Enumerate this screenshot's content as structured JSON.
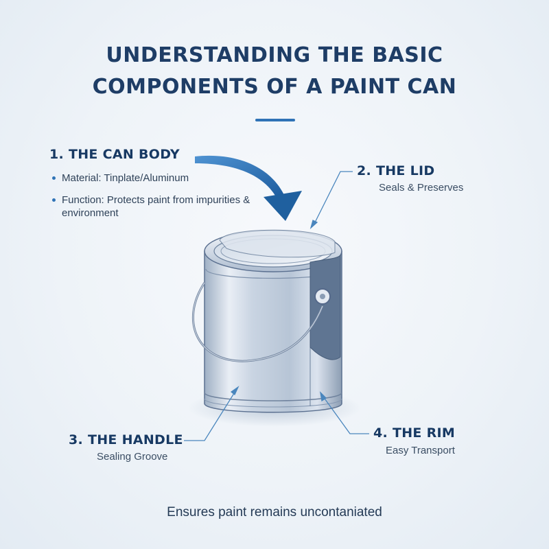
{
  "title": {
    "line1": "UNDERSTANDING THE BASIC",
    "line2": "COMPONENTS OF A PAINT CAN"
  },
  "callouts": {
    "can_body": {
      "heading": "1. THE CAN BODY",
      "bullets": [
        "Material: Tinplate/Aluminum",
        "Function: Protects paint from impurities & environment"
      ]
    },
    "lid": {
      "heading": "2. THE LID",
      "subtitle": "Seals & Preserves"
    },
    "handle": {
      "heading": "3. THE HANDLE",
      "subtitle": "Sealing Groove"
    },
    "rim": {
      "heading": "4. THE RIM",
      "subtitle": "Easy Transport"
    }
  },
  "footer": "Ensures paint remains uncontaniated",
  "colors": {
    "heading": "#1e3d66",
    "accent": "#2f73b6",
    "leader_line": "#4a86bd"
  },
  "icons": [
    "curved-arrow-icon",
    "paint-can-illustration"
  ]
}
